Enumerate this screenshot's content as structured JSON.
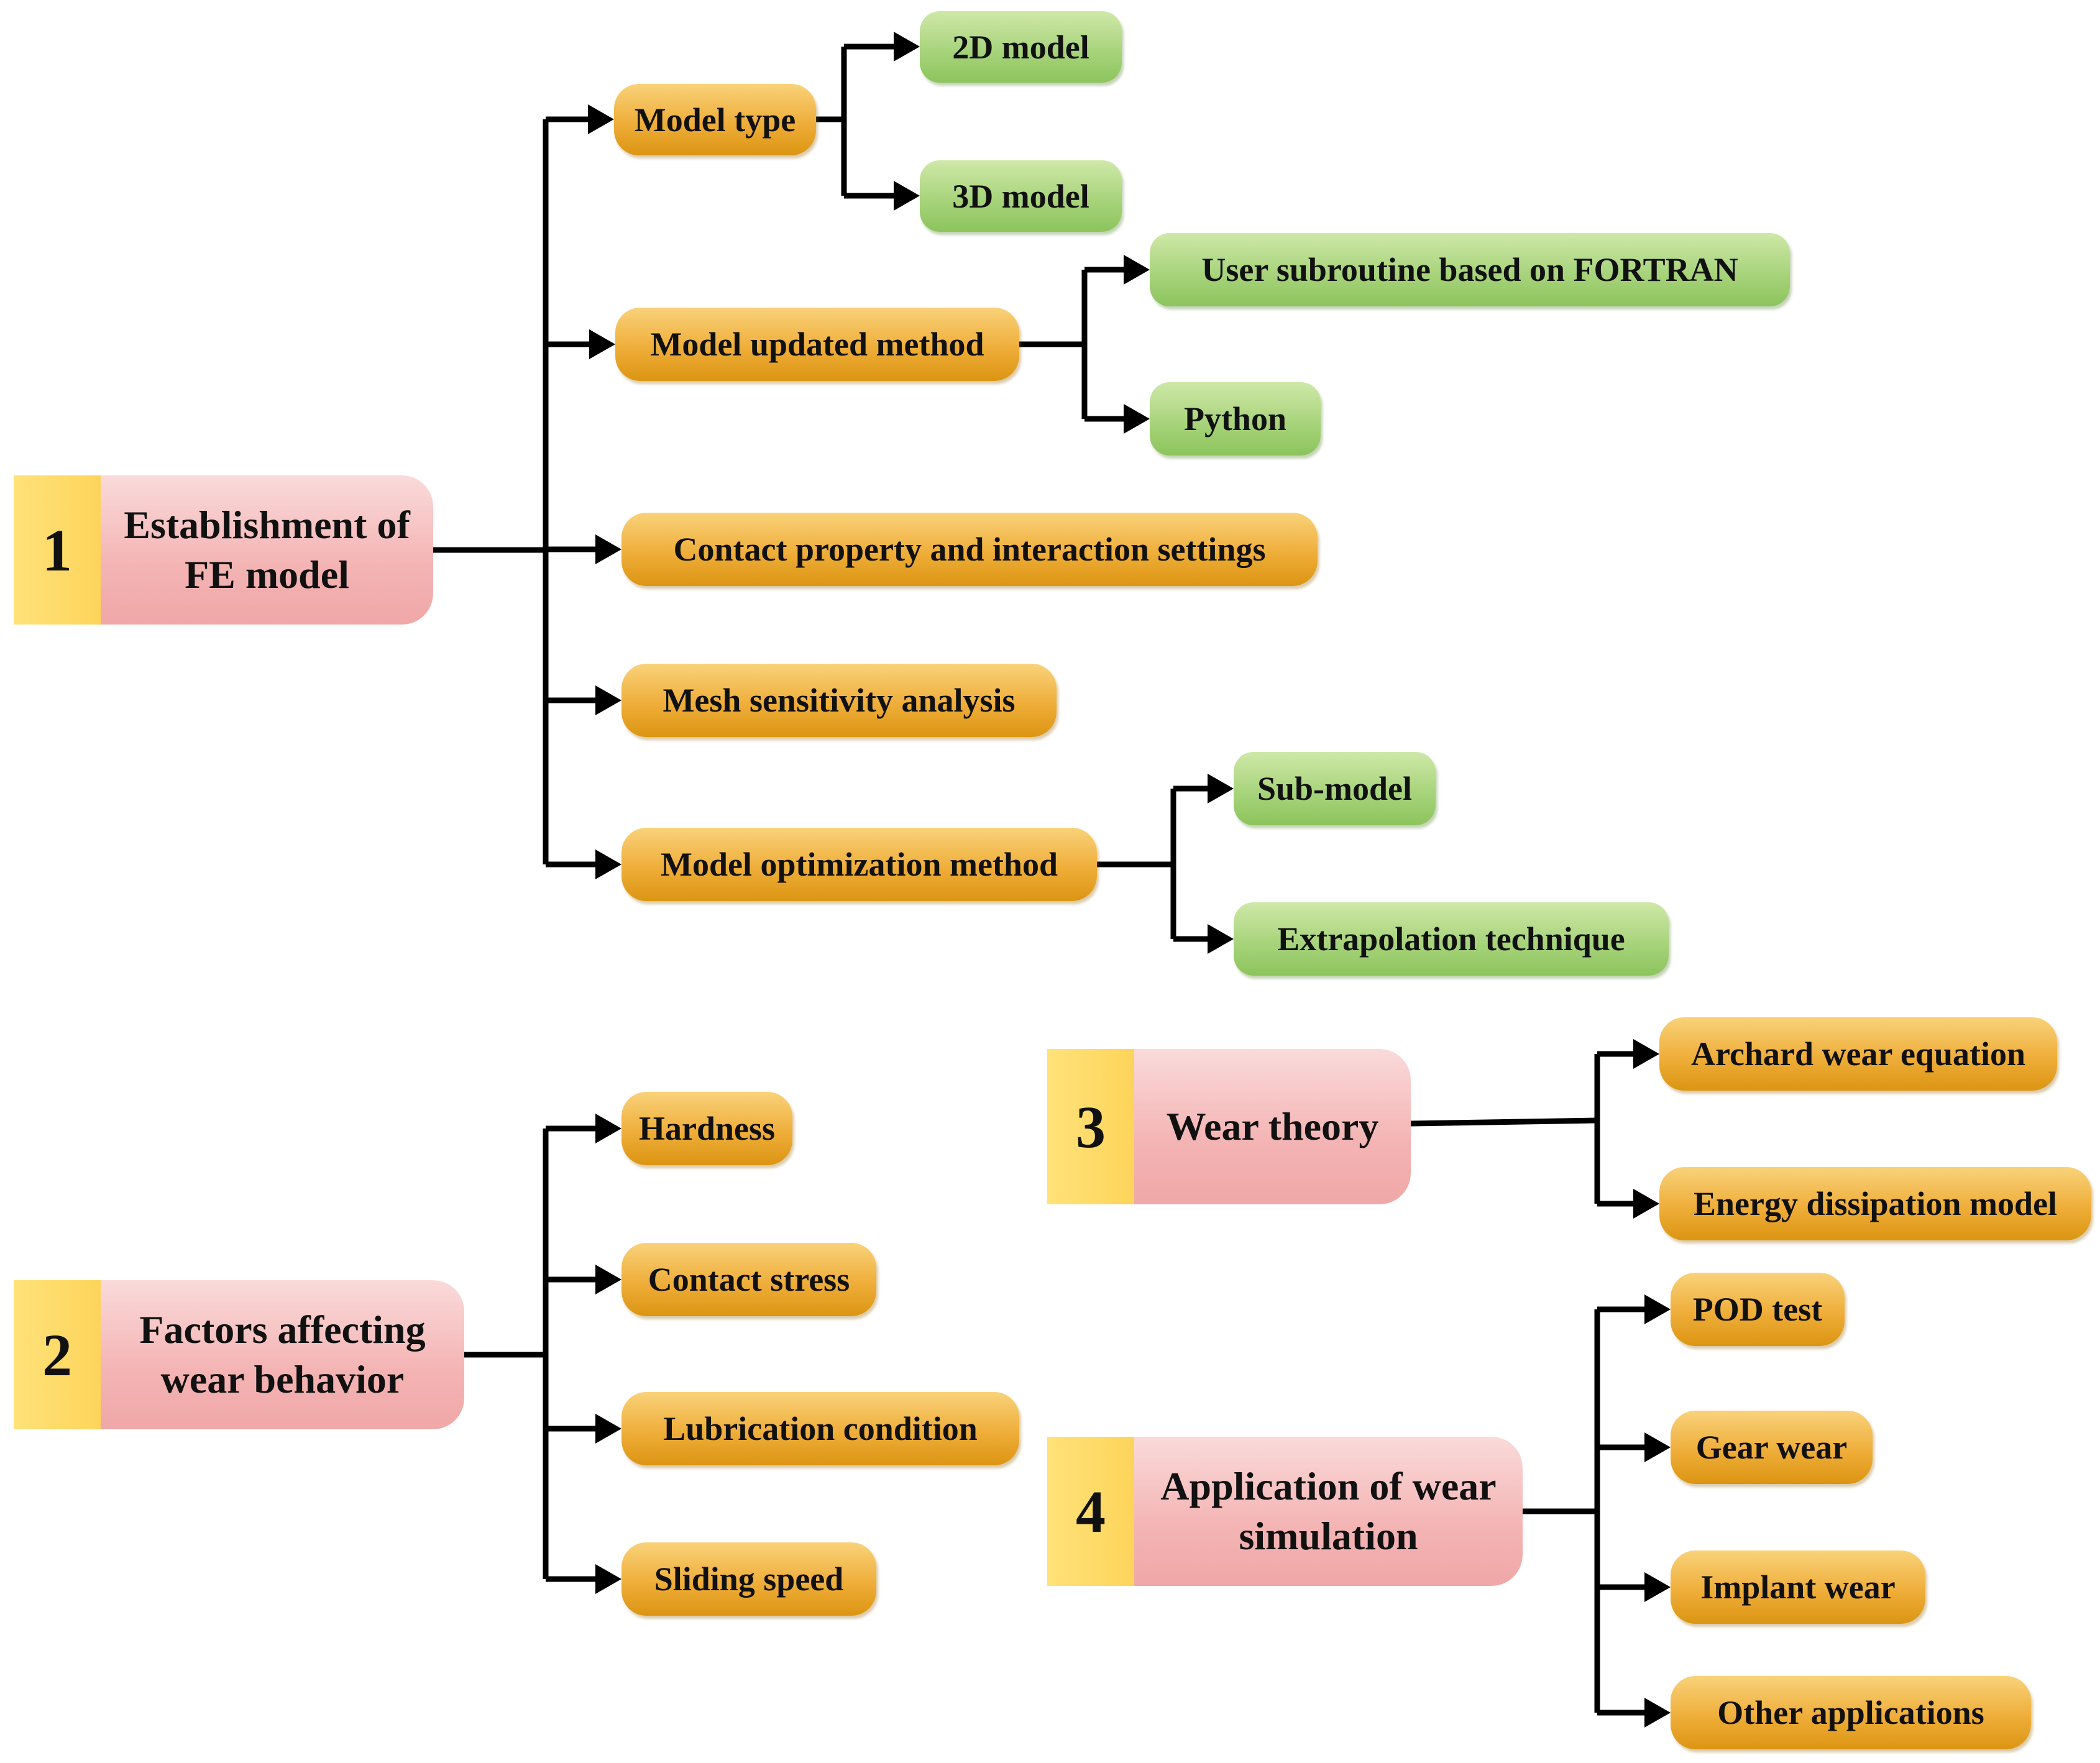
{
  "main_nodes": [
    {
      "number": "1",
      "label": "Establishment of\nFE model"
    },
    {
      "number": "2",
      "label": "Factors affecting\nwear behavior"
    },
    {
      "number": "3",
      "label": "Wear theory"
    },
    {
      "number": "4",
      "label": "Application of wear\nsimulation"
    }
  ],
  "fe_model": {
    "model_type": "Model type",
    "model_2d": "2D model",
    "model_3d": "3D model",
    "model_updated_method": "Model updated method",
    "user_subroutine": "User subroutine based on FORTRAN",
    "python": "Python",
    "contact_property": "Contact property and interaction settings",
    "mesh_sensitivity": "Mesh sensitivity analysis",
    "model_optimization": "Model optimization method",
    "sub_model": "Sub-model",
    "extrapolation": "Extrapolation technique"
  },
  "factors": {
    "hardness": "Hardness",
    "contact_stress": "Contact stress",
    "lubrication": "Lubrication condition",
    "sliding_speed": "Sliding speed"
  },
  "wear_theory": {
    "archard": "Archard wear equation",
    "energy": "Energy dissipation model"
  },
  "applications": {
    "pod": "POD test",
    "gear": "Gear wear",
    "implant": "Implant wear",
    "other": "Other applications"
  },
  "colors": {
    "main_number_bg": "#fdd45a",
    "main_label_bg": "#f4b4b4",
    "orange_node": "#efae3a",
    "green_node": "#a8d47c",
    "connector": "#000000"
  }
}
